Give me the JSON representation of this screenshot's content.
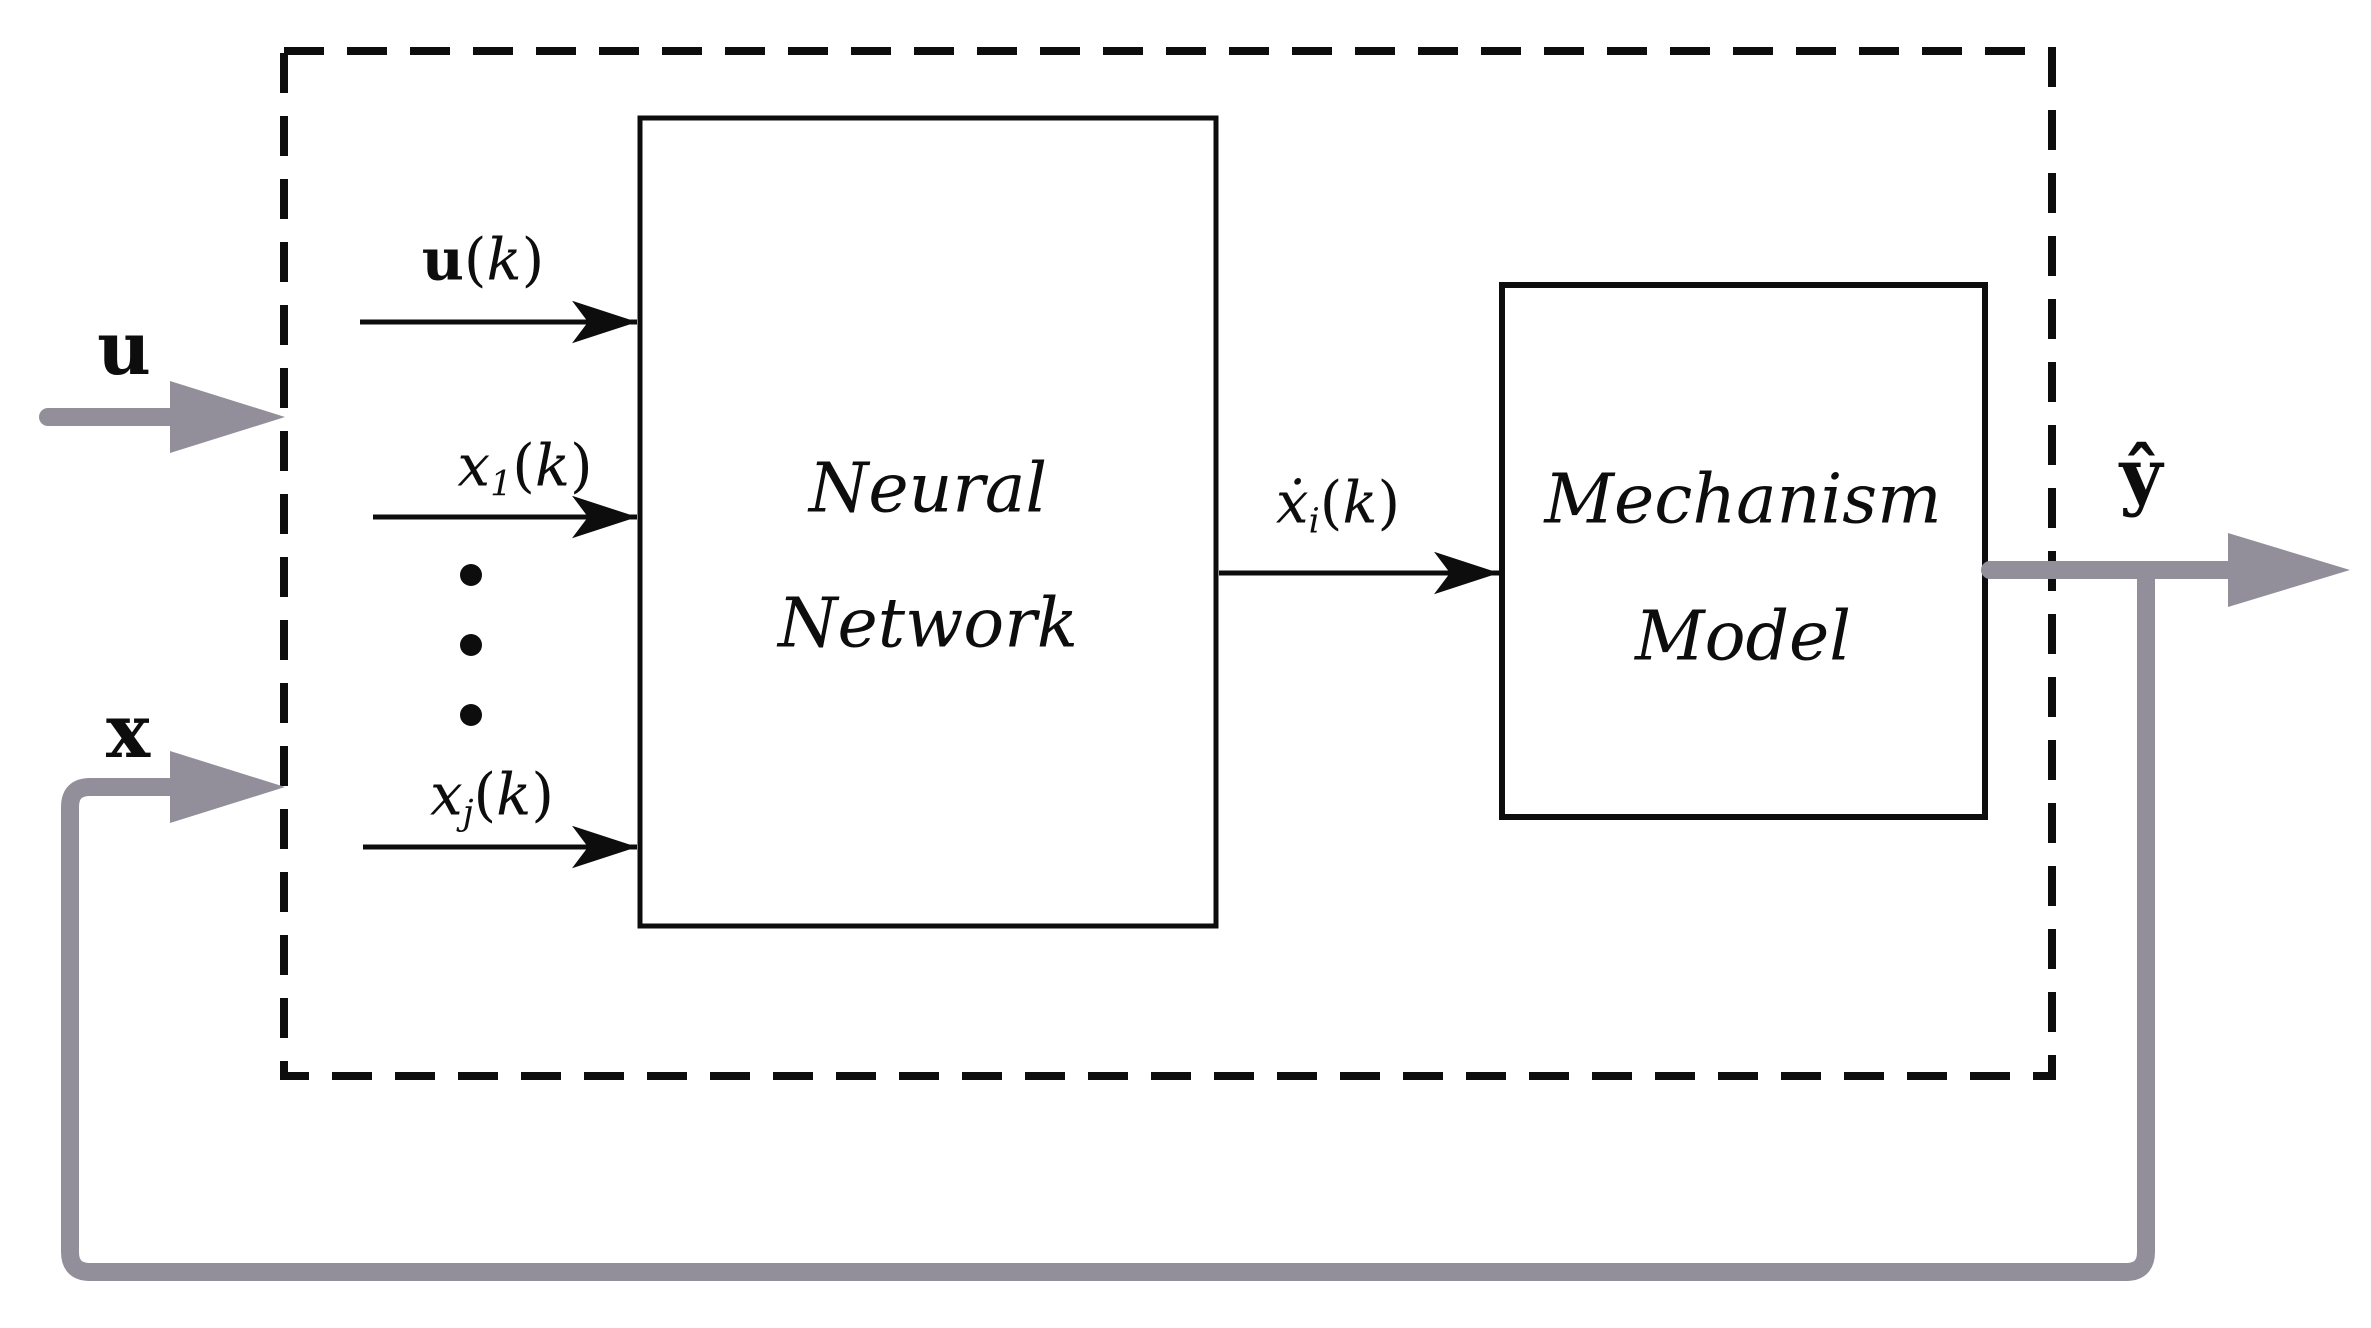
{
  "diagram": {
    "kind": "block-diagram",
    "external_labels": {
      "u": "u",
      "x": "x",
      "y_hat": "ŷ"
    },
    "blocks": {
      "neural_network": {
        "line1": "Neural",
        "line2": "Network"
      },
      "mechanism_model": {
        "line1": "Mechanism",
        "line2": "Model"
      }
    },
    "signal_labels": {
      "u_k": {
        "base": "u",
        "sub": "",
        "open": "(",
        "arg": "k",
        "close": ")"
      },
      "x1_k": {
        "base": "x",
        "sub": "1",
        "open": "(",
        "arg": "k",
        "close": ")"
      },
      "xj_k": {
        "base": "x",
        "sub": "j",
        "open": "(",
        "arg": "k",
        "close": ")"
      },
      "xdot_i_k": {
        "base": "ẋ",
        "sub": "i",
        "open": "(",
        "arg": "k",
        "close": ")"
      }
    },
    "ellipsis_dots": 3,
    "colors": {
      "stroke_black": "#0d0d0d",
      "signal_gray": "#928f9a",
      "background": "#ffffff"
    }
  }
}
